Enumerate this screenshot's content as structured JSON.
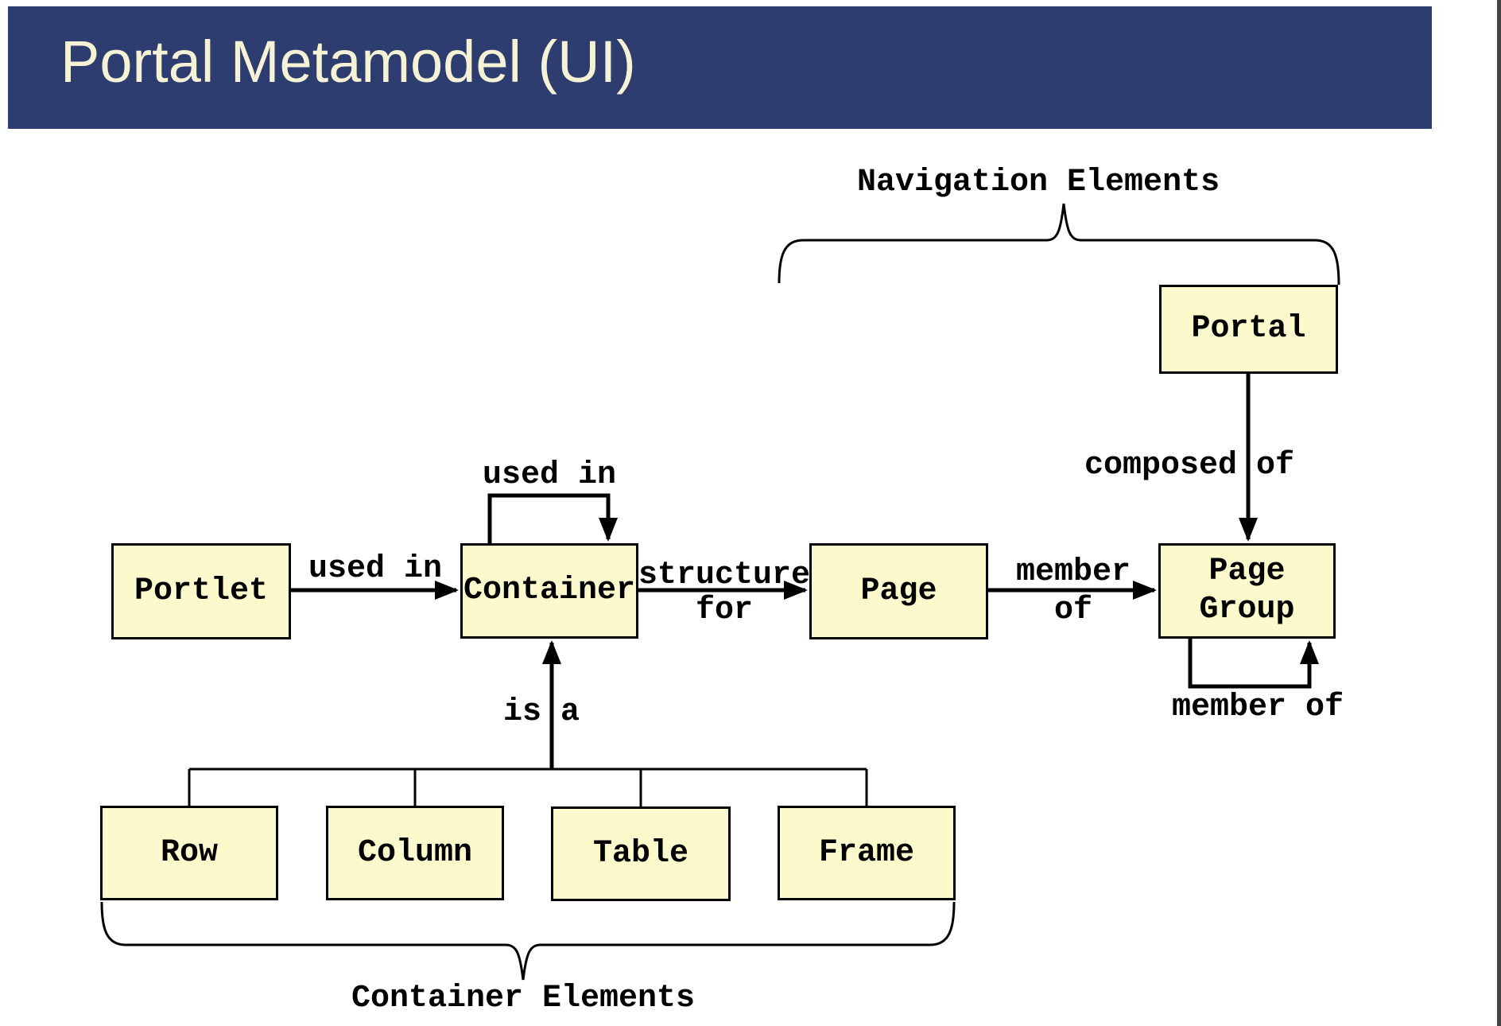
{
  "header": {
    "title": "Portal Metamodel (UI)"
  },
  "colors": {
    "header_bg": "#2e3d6f",
    "header_text": "#f6f2d6",
    "node_fill": "#fcf9cc",
    "line": "#000000",
    "right_edge_line": "#41464b",
    "page_bg": "#ffffff"
  },
  "diagram": {
    "nodes": {
      "portlet": {
        "label": "Portlet"
      },
      "container": {
        "label": "Container"
      },
      "page": {
        "label": "Page"
      },
      "page_group": {
        "label_lines": [
          "Page",
          "Group"
        ]
      },
      "portal": {
        "label": "Portal"
      },
      "row": {
        "label": "Row"
      },
      "column": {
        "label": "Column"
      },
      "table": {
        "label": "Table"
      },
      "frame": {
        "label": "Frame"
      }
    },
    "edge_labels": {
      "portlet_used_in": "used in",
      "container_self_used_in": "used in",
      "structure_for": [
        "structure",
        "for"
      ],
      "page_member_of": [
        "member",
        "of"
      ],
      "composed_of": "composed of",
      "page_group_member_of": "member of",
      "is_a": [
        "is",
        "a"
      ]
    },
    "group_labels": {
      "navigation": "Navigation Elements",
      "container": "Container Elements"
    }
  }
}
